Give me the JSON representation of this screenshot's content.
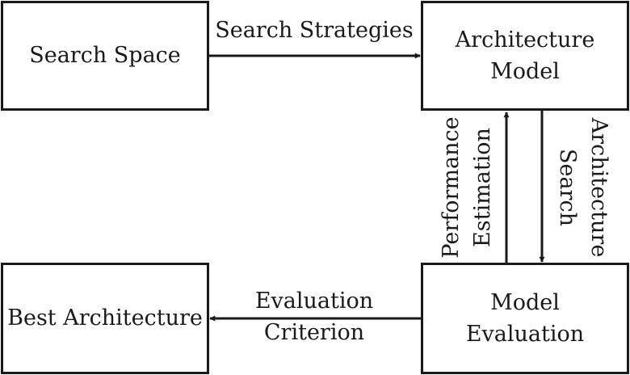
{
  "nodes": {
    "search_space": "Search Space",
    "architecture_model": [
      "Architecture",
      "Model"
    ],
    "model_evaluation": [
      "Model",
      "Evaluation"
    ],
    "best_architecture": "Best Architecture"
  },
  "edges": {
    "search_strategies": "Search Strategies",
    "performance_estimation": [
      "Performance",
      "Estimation"
    ],
    "architecture_search": [
      "Architecture",
      "Search"
    ],
    "evaluation_criterion": [
      "Evaluation",
      "Criterion"
    ]
  },
  "colors": {
    "stroke": "#1a1a1a",
    "background": "#ffffff"
  }
}
